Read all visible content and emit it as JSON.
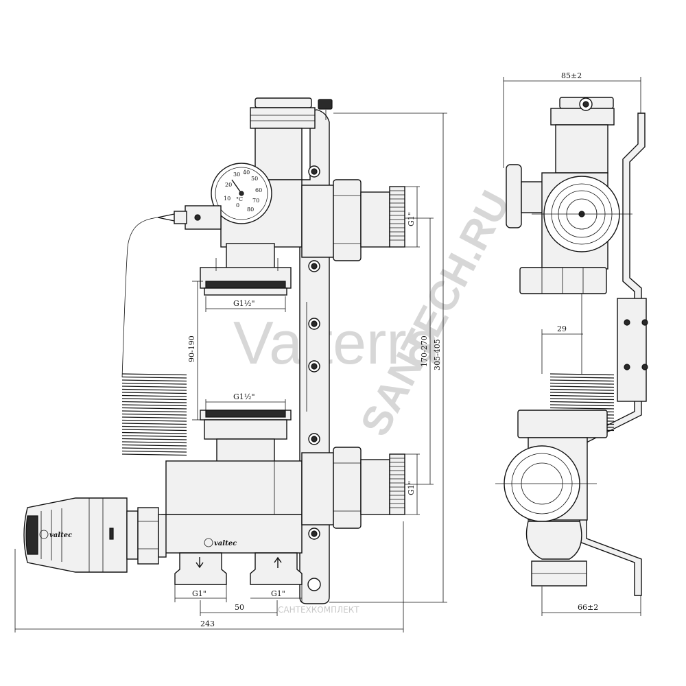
{
  "watermark": {
    "brand": "Valterra",
    "shop": "SANTECH.RU",
    "footer": "САНТЕХКОМПЛЕКТ"
  },
  "front_view": {
    "thread_top_left": "G1½\"",
    "thread_lower_left": "G1½\"",
    "thread_right_top": "G1\"",
    "thread_right_bottom": "G1\"",
    "thread_bottom_left": "G1\"",
    "thread_bottom_right": "G1\"",
    "dim_vertical_inner": "90-190",
    "dim_vertical_mid": "170-270",
    "dim_vertical_outer": "305-405",
    "dim_bottom_spacing": "50",
    "dim_total_width": "243"
  },
  "side_view": {
    "dim_top": "85±2",
    "dim_mid": "29",
    "dim_bottom": "66±2"
  },
  "gauge": {
    "scale": [
      "0",
      "10",
      "20",
      "30",
      "40",
      "50",
      "60",
      "70",
      "80"
    ],
    "unit": "°C"
  },
  "brand_mark": "valtec"
}
